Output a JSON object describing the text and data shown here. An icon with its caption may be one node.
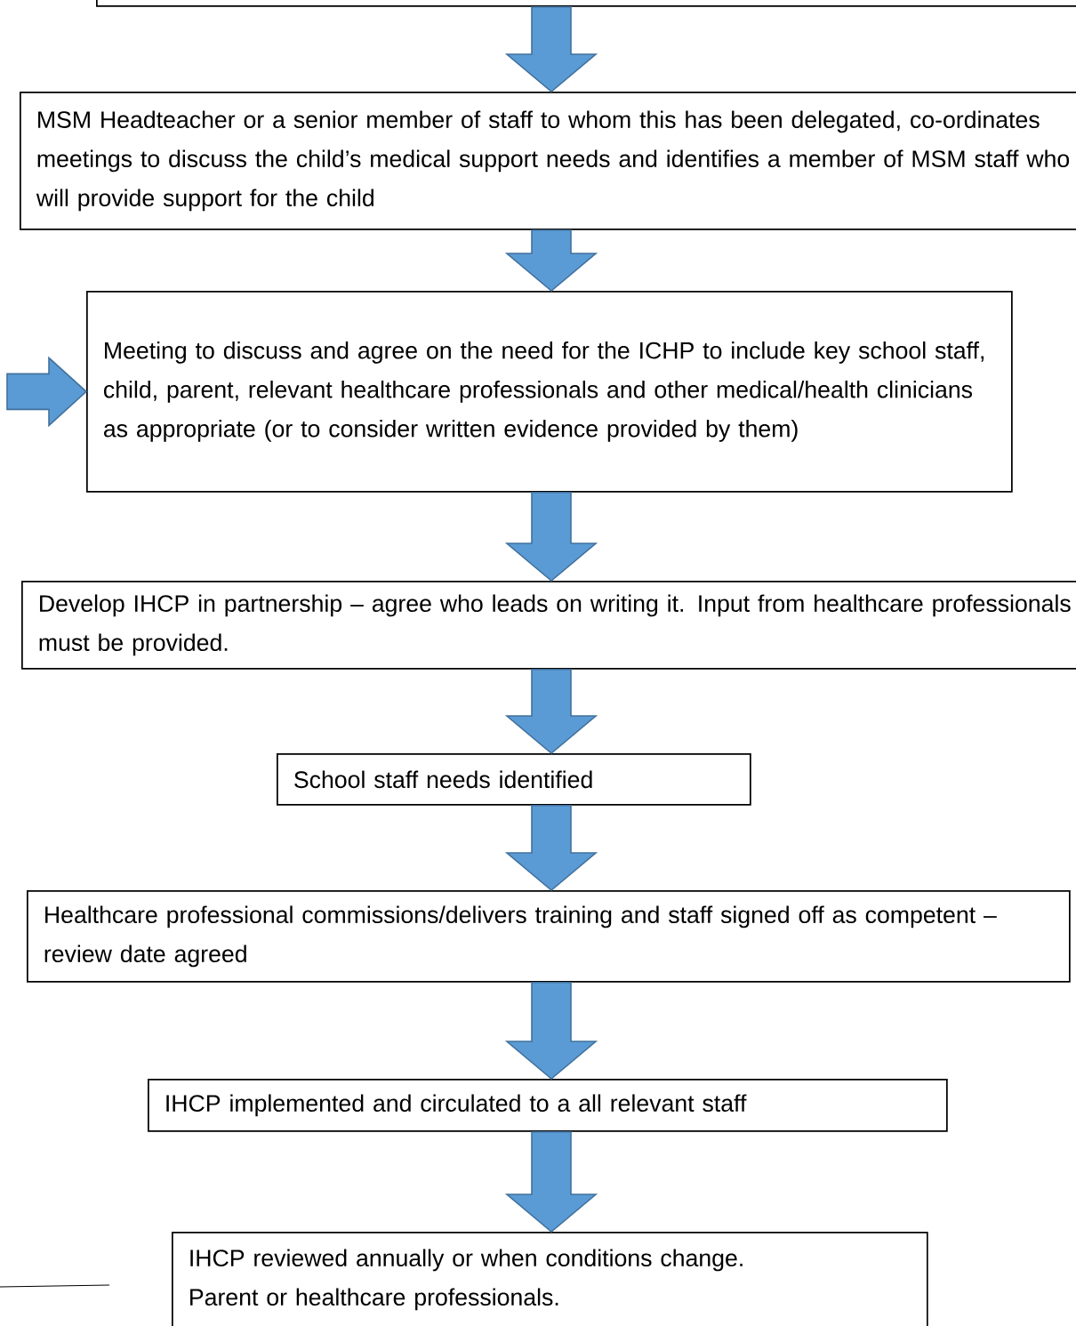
{
  "diagram": {
    "nodes": [
      {
        "text": [],
        "shape": "box"
      },
      {
        "text": [
          "MSM Headteacher or a senior member of staff to whom this has been delegated, co-ordinates meetings to discuss the child’s medical support needs and identifies a member of MSM staff who will provide support for the child"
        ]
      },
      {
        "text": [
          "Meeting to discuss and agree on the need for the ICHP to include key school staff, child, parent, relevant healthcare professionals and other medical/health clinicians as appropriate (or to consider written evidence provided by them)"
        ]
      },
      {
        "text": [
          "Develop IHCP in partnership – agree who leads on writing it.  Input from healthcare professionals must be provided."
        ]
      },
      {
        "text": [
          "School staff needs identified"
        ]
      },
      {
        "text": [
          "Healthcare professional commissions/delivers training and staff signed off as competent – review date agreed"
        ]
      },
      {
        "text": [
          "IHCP implemented and circulated to a all relevant staff"
        ]
      },
      {
        "text": [
          "IHCP reviewed annually or when conditions change.",
          "Parent or healthcare professionals."
        ]
      }
    ],
    "edges": [
      {
        "from": 0,
        "to": 1,
        "arrow": "to"
      },
      {
        "from": 1,
        "to": 2,
        "arrow": "to"
      },
      {
        "from": null,
        "to": 2,
        "arrow": "to"
      },
      {
        "from": 2,
        "to": 3,
        "arrow": "to"
      },
      {
        "from": 3,
        "to": 4,
        "arrow": "to"
      },
      {
        "from": 4,
        "to": 5,
        "arrow": "to"
      },
      {
        "from": 5,
        "to": 6,
        "arrow": "to"
      },
      {
        "from": 6,
        "to": 7,
        "arrow": "to"
      }
    ]
  }
}
